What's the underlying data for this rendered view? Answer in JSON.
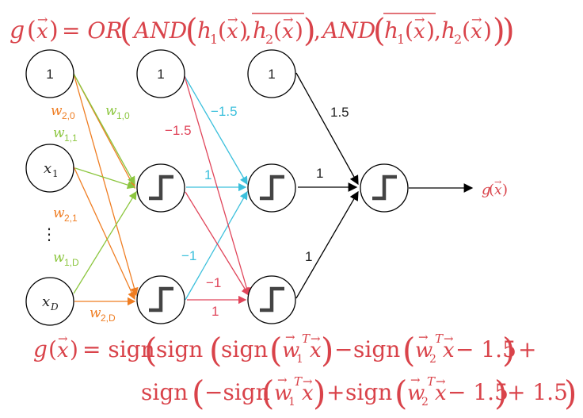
{
  "formula_top": {
    "g": "g",
    "x": "x",
    "eq_or": "= OR",
    "and1": "AND",
    "h1": "h",
    "s1": "1",
    "h2": "h",
    "s2": "2",
    "comma1": ",",
    "comma2": ",",
    "and2": "AND",
    "h1b": "h",
    "s1b": "1",
    "h2b": "h",
    "s2b": "2",
    "comma3": ","
  },
  "nodes": {
    "bias_in": "1",
    "bias_h": "1",
    "bias_and": "1",
    "x1": "x",
    "x1_sub": "1",
    "xd": "x",
    "xd_sub": "D",
    "vdots": "⋮"
  },
  "weights": {
    "w20": "w",
    "w20_sub": "2,0",
    "w10": "w",
    "w10_sub": "1,0",
    "w11": "w",
    "w11_sub": "1,1",
    "w21": "w",
    "w21_sub": "2,1",
    "w1d": "w",
    "w1d_sub": "1,D",
    "w2d": "w",
    "w2d_sub": "2,D",
    "cyan_bias": "−1.5",
    "red_bias": "−1.5",
    "cyan_1": "1",
    "cyan_neg1": "−1",
    "red_neg1": "−1",
    "red_1": "1",
    "out_bias": "1.5",
    "out_1a": "1",
    "out_1b": "1"
  },
  "output_label": "g",
  "output_label_x": "x",
  "formula_bottom": {
    "line1_g": "g",
    "line1_eq": "= sign",
    "sign": "sign",
    "w": "w",
    "s1": "1",
    "s2": "2",
    "T": "T",
    "x": "x",
    "minus": "−",
    "minus15": "− 1.5",
    "plus": "+",
    "line2_neg_sign": "−sign",
    "line2_plus15": "+ 1.5"
  },
  "colors": {
    "text_red": "#d9434a",
    "orange": "#ef7d22",
    "green": "#8cc63f",
    "cyan": "#3cc0dc",
    "arrow_red": "#e0455a",
    "black": "#000000",
    "step": "#444444"
  }
}
